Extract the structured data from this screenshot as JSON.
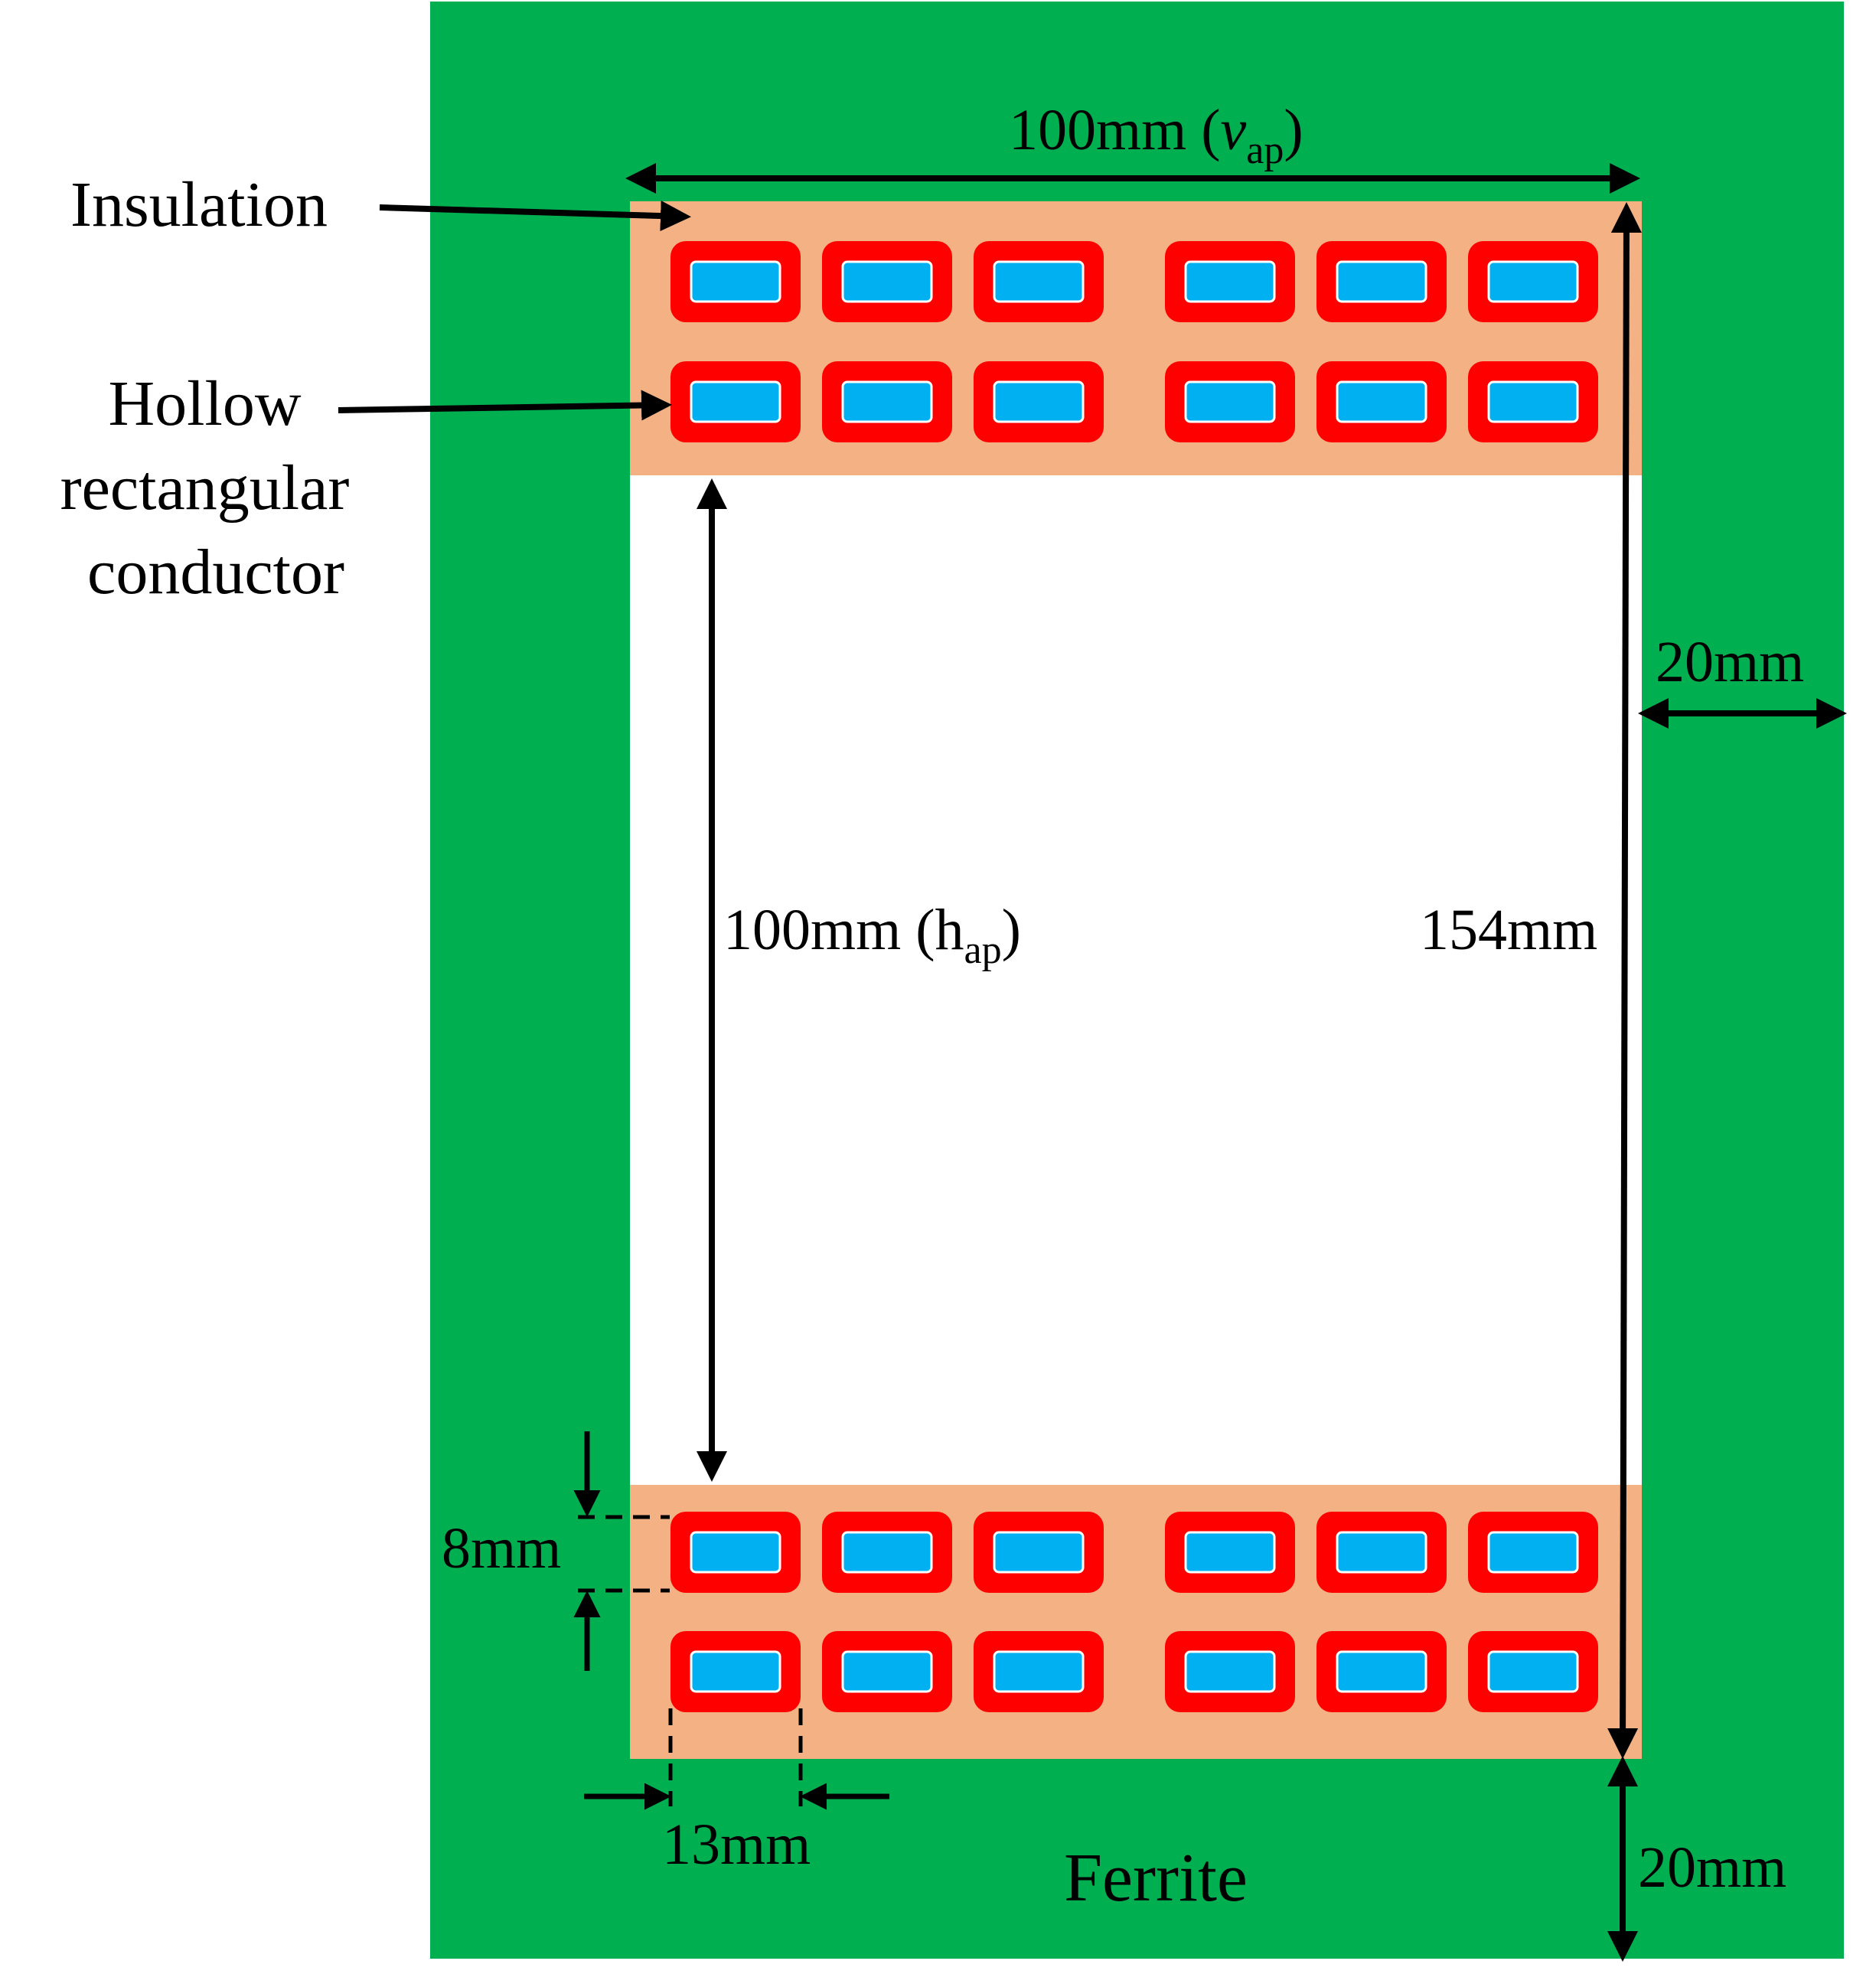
{
  "colors": {
    "ferrite": "#00b050",
    "insulation": "#f4b183",
    "conductor": "#ff0000",
    "hollow": "#00b0f0",
    "window": "#ffffff",
    "ink": "#000000"
  },
  "labels": {
    "insulation": "Insulation",
    "hollow_line1": "Hollow",
    "hollow_line2": "rectangular",
    "hollow_line3": "conductor",
    "ferrite": "Ferrite"
  },
  "dimensions": {
    "v_ap_value": "100mm (",
    "v_ap_var": "v",
    "v_ap_sub": "ap",
    "v_ap_close": ")",
    "h_ap_value": "100mm (h",
    "h_ap_sub": "ap",
    "h_ap_close": ")",
    "core_height": "154mm",
    "side_leg_width": "20mm",
    "bottom_yoke_height": "20mm",
    "conductor_height": "8mm",
    "conductor_width": "13mm"
  },
  "winding": {
    "groups": 2,
    "per_group_per_row": 3,
    "rows_per_layer": 2,
    "layers": [
      "top",
      "bottom"
    ]
  }
}
